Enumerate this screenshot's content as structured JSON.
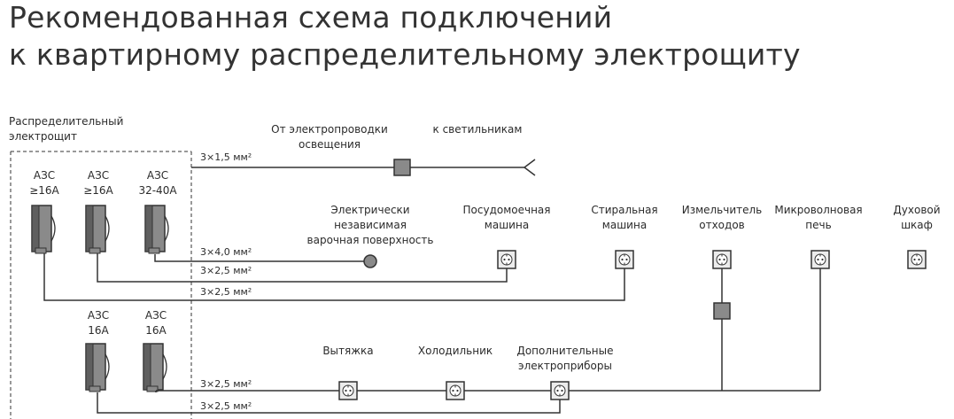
{
  "title": {
    "line1": "Рекомендованная схема подключений",
    "line2": "к квартирному распределительному электрощиту"
  },
  "panel": {
    "label_line1": "Распределительный",
    "label_line2": "электрощит"
  },
  "breakers_top": [
    {
      "line1": "АЗС",
      "line2": "≥16А"
    },
    {
      "line1": "АЗС",
      "line2": "≥16А"
    },
    {
      "line1": "АЗС",
      "line2": "32-40А"
    }
  ],
  "breakers_bottom": [
    {
      "line1": "АЗС",
      "line2": "16А"
    },
    {
      "line1": "АЗС",
      "line2": "16А"
    }
  ],
  "cables": {
    "lighting": "3×1,5 мм²",
    "hob": "3×4,0 мм²",
    "dishwasher": "3×2,5 мм²",
    "washer": "3×2,5 мм²",
    "bottom_upper": "3×2,5 мм²",
    "bottom_lower": "3×2,5 мм²"
  },
  "lighting": {
    "from_line1": "От электропроводки",
    "from_line2": "освещения",
    "to": "к светильникам"
  },
  "consumers": {
    "hob": [
      "Электрически",
      "независимая",
      "варочная поверхность"
    ],
    "dishwasher": [
      "Посудомоечная",
      "машина"
    ],
    "washer": [
      "Стиральная",
      "машина"
    ],
    "disposer": [
      "Измельчитель",
      "отходов"
    ],
    "microwave": [
      "Микроволновая",
      "печь"
    ],
    "oven": [
      "Духовой",
      "шкаф"
    ],
    "hood": [
      "Вытяжка"
    ],
    "fridge": [
      "Холодильник"
    ],
    "extra": [
      "Дополнительные",
      "электроприборы"
    ]
  },
  "colors": {
    "line": "#333333",
    "device_fill": "#8a8a8a",
    "socket_fill": "#ececec"
  }
}
